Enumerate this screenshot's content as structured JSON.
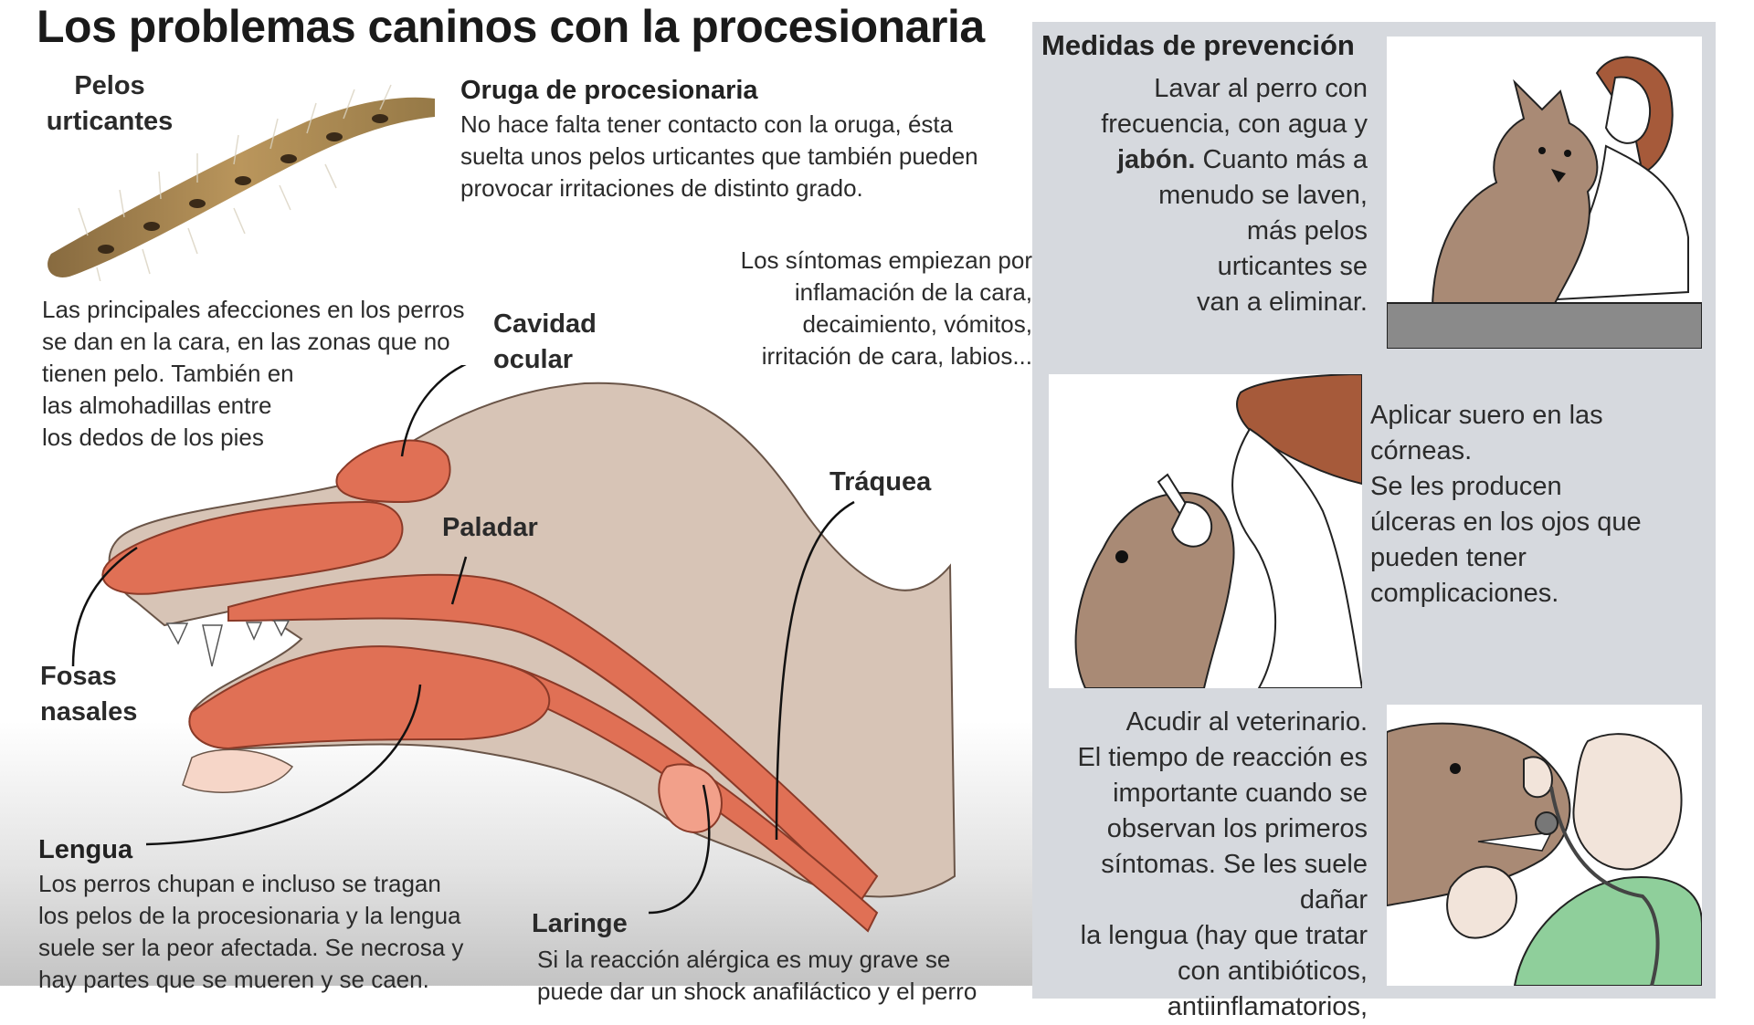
{
  "title": "Los problemas caninos con la procesionaria",
  "left": {
    "pelos_urticantes": [
      "Pelos",
      "urticantes"
    ],
    "oruga": {
      "heading": "Oruga de procesionaria",
      "lines": [
        "No hace falta tener contacto con la oruga, ésta",
        "suelta unos pelos urticantes que también pueden",
        "provocar irritaciones de distinto grado."
      ]
    },
    "sintomas": [
      "Los síntomas empiezan por",
      "inflamación de la cara,",
      "decaimiento, vómitos,",
      "irritación de cara, labios..."
    ],
    "afecciones": [
      "Las principales afecciones en los perros",
      "se dan en la cara, en las zonas que no",
      "tienen pelo. También en",
      "las almohadillas entre",
      "los dedos de los pies"
    ],
    "labels": {
      "cavidad": [
        "Cavidad",
        "ocular"
      ],
      "paladar": "Paladar",
      "traquea": "Tráquea",
      "fosas": [
        "Fosas",
        "nasales"
      ],
      "laringe": "Laringe"
    },
    "lengua": {
      "heading": "Lengua",
      "lines": [
        "Los perros chupan e incluso se tragan",
        "los pelos de la procesionaria y la lengua",
        "suele ser la peor afectada. Se necrosa y",
        "hay partes que se mueren y se caen."
      ]
    },
    "laringe_text": [
      "Si la reacción alérgica es muy grave se",
      "puede dar un shock anafiláctico y el perro"
    ]
  },
  "right": {
    "heading": "Medidas de prevención",
    "lavar": {
      "bold": [
        "Lavar al perro con",
        "frecuencia, con agua y",
        "jabón."
      ],
      "rest": [
        "Cuanto más a",
        "menudo se laven,",
        "más pelos",
        "urticantes se",
        "van a eliminar."
      ]
    },
    "suero": {
      "bold": [
        "Aplicar suero en las",
        "córneas."
      ],
      "rest": [
        "Se les producen",
        "úlceras en los ojos que",
        "pueden tener",
        "complicaciones."
      ]
    },
    "veterinario": {
      "bold": "Acudir al veterinario.",
      "rest": [
        "El tiempo de reacción es",
        "importante cuando se",
        "observan los primeros",
        "síntomas. Se les suele dañar",
        "la lengua (hay que tratar",
        "con antibióticos,",
        "antiinflamatorios,"
      ]
    }
  },
  "colors": {
    "panel": "#d6d9de",
    "head": "#d7c4b6",
    "tissue": "#e07055",
    "tissue_light": "#f2a08a",
    "dog": "#a98a75",
    "scrubs": "#8fcf9b"
  }
}
